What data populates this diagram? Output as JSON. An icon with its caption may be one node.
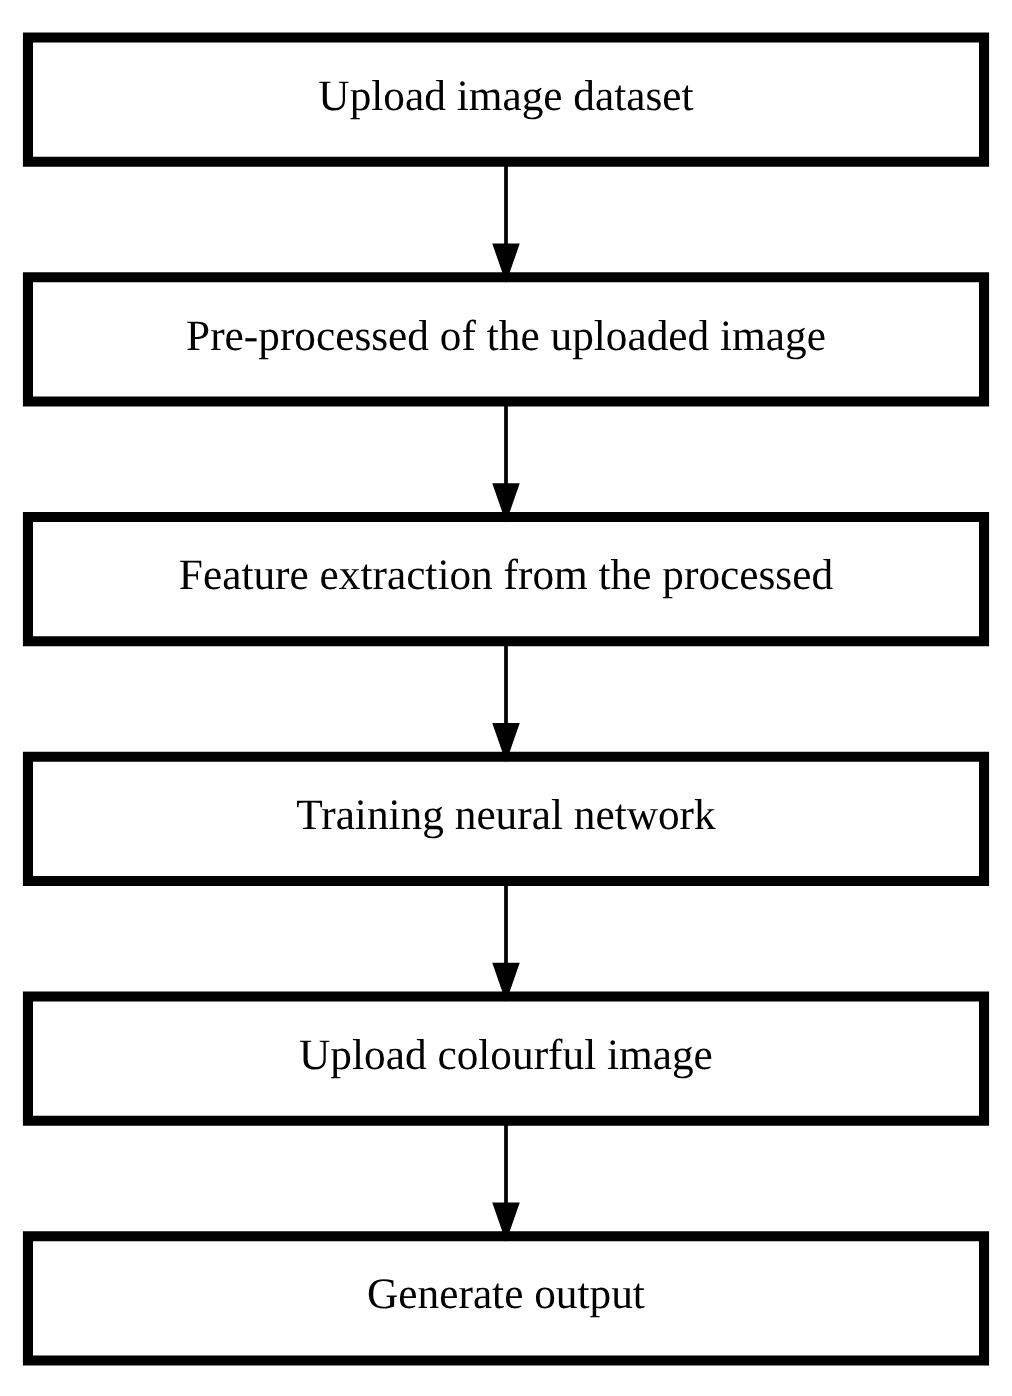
{
  "diagram": {
    "nodes": [
      {
        "text": [
          "Upload image dataset"
        ]
      },
      {
        "text": [
          "Pre-processed of the uploaded image"
        ]
      },
      {
        "text": [
          "Feature extraction from the processed"
        ]
      },
      {
        "text": [
          "Training neural network"
        ]
      },
      {
        "text": [
          "Upload colourful image"
        ]
      },
      {
        "text": [
          "Generate output"
        ]
      }
    ],
    "edges": [
      {
        "from": 0,
        "to": 1,
        "arrow": "to"
      },
      {
        "from": 1,
        "to": 2,
        "arrow": "to"
      },
      {
        "from": 2,
        "to": 3,
        "arrow": "to"
      },
      {
        "from": 3,
        "to": 4,
        "arrow": "to"
      },
      {
        "from": 4,
        "to": 5,
        "arrow": "to"
      }
    ]
  }
}
